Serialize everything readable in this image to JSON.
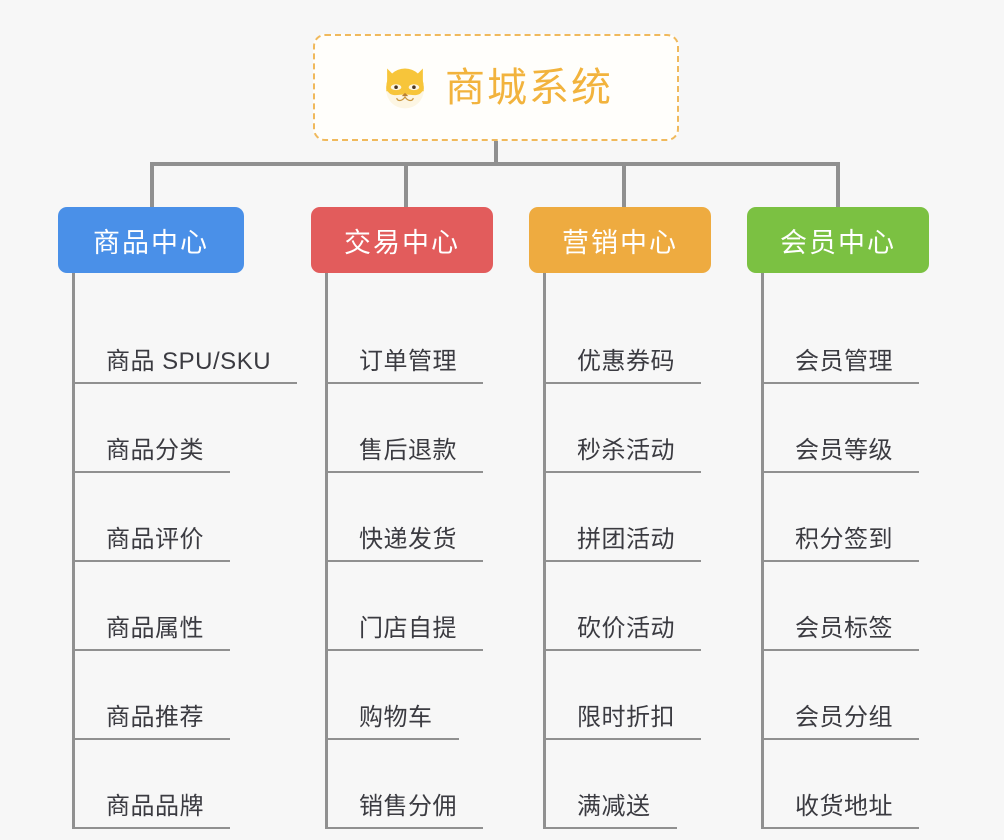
{
  "page": {
    "background_color": "#f7f7f7",
    "line_color": "#909090",
    "text_color": "#3b3b41"
  },
  "root": {
    "title": "商城系统",
    "icon": "shiba-dog-icon",
    "border_color": "#f0b95c",
    "title_color": "#f2b33d",
    "background_color": "#fffefb"
  },
  "columns": [
    {
      "label": "商品中心",
      "color": "#4a90e8",
      "items": [
        "商品 SPU/SKU",
        "商品分类",
        "商品评价",
        "商品属性",
        "商品推荐",
        "商品品牌"
      ]
    },
    {
      "label": "交易中心",
      "color": "#e25c5c",
      "items": [
        "订单管理",
        "售后退款",
        "快递发货",
        "门店自提",
        "购物车",
        "销售分佣"
      ]
    },
    {
      "label": "营销中心",
      "color": "#eeab40",
      "items": [
        "优惠券码",
        "秒杀活动",
        "拼团活动",
        "砍价活动",
        "限时折扣",
        "满减送"
      ]
    },
    {
      "label": "会员中心",
      "color": "#7bc142",
      "items": [
        "会员管理",
        "会员等级",
        "积分签到",
        "会员标签",
        "会员分组",
        "收货地址"
      ]
    }
  ]
}
